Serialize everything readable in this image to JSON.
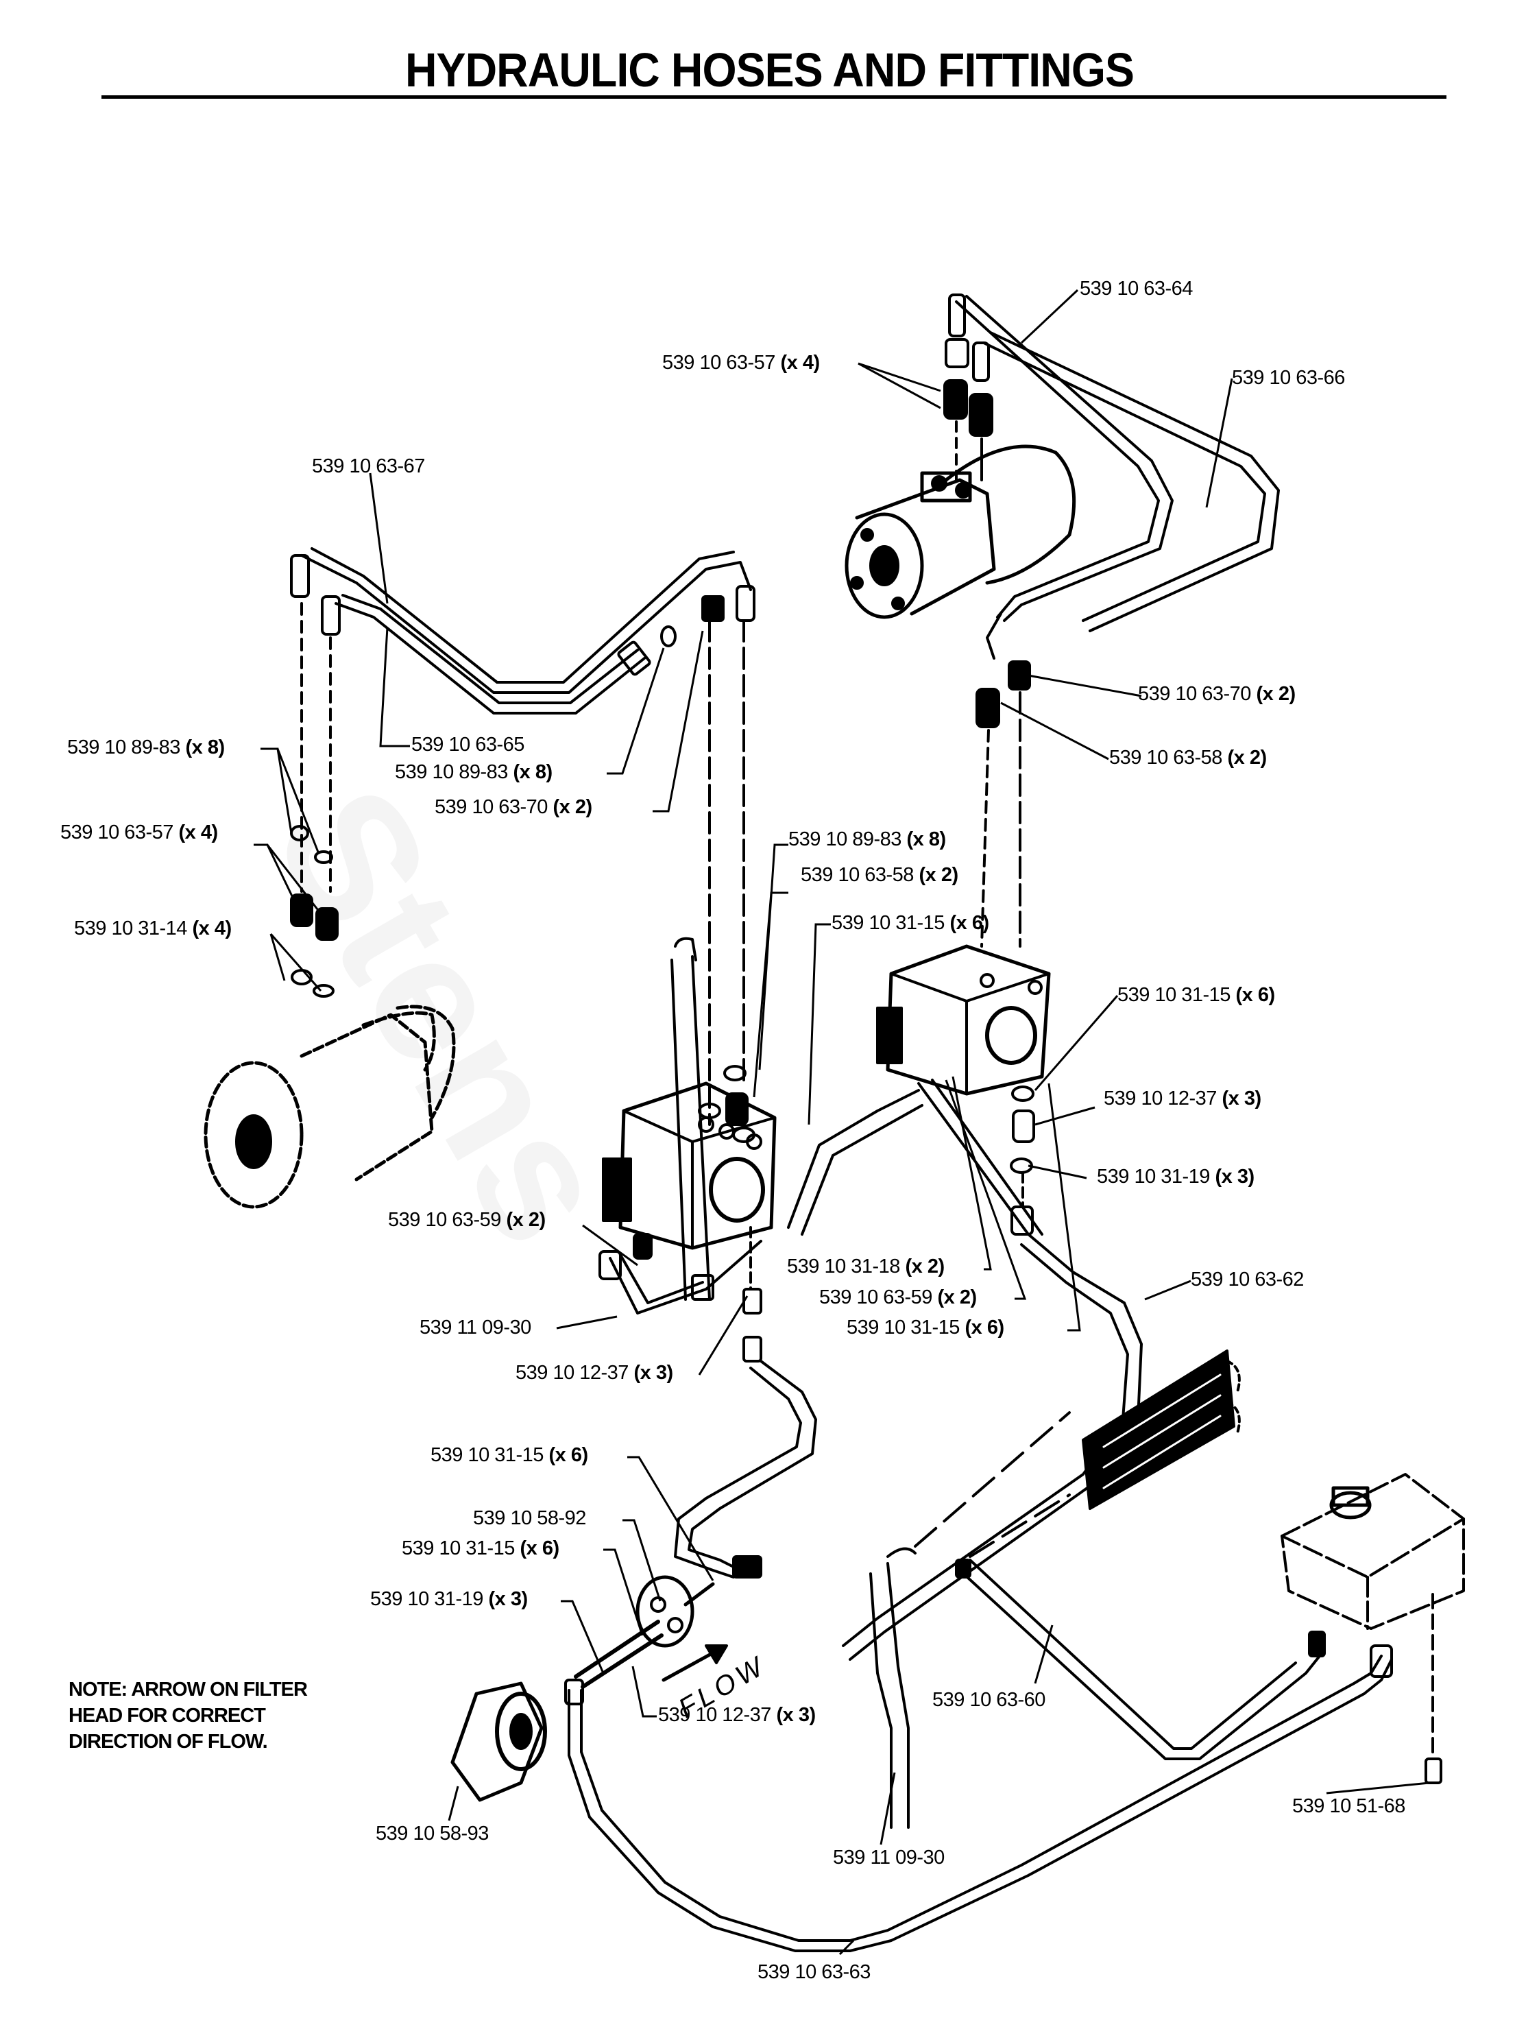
{
  "page": {
    "title": "HYDRAULIC HOSES AND FITTINGS",
    "watermark": "Stens",
    "note_lines": [
      "NOTE: ARROW ON FILTER",
      "HEAD FOR CORRECT",
      "DIRECTION OF FLOW."
    ],
    "flow_text": "FLOW"
  },
  "components": [
    {
      "id": "left-wheel-motor",
      "name": "Left wheel motor"
    },
    {
      "id": "right-wheel-motor",
      "name": "Right wheel motor"
    },
    {
      "id": "left-pump",
      "name": "Left hydrostatic pump"
    },
    {
      "id": "right-pump",
      "name": "Right hydrostatic pump"
    },
    {
      "id": "oil-cooler",
      "name": "Oil cooler"
    },
    {
      "id": "reservoir",
      "name": "Hydraulic reservoir"
    },
    {
      "id": "filter",
      "name": "Oil filter"
    },
    {
      "id": "filter-head",
      "name": "Filter head"
    }
  ],
  "labels": [
    {
      "part": "539 10 63-64",
      "qty": ""
    },
    {
      "part": "539 10 63-57",
      "qty": "(x 4)"
    },
    {
      "part": "539 10 63-66",
      "qty": ""
    },
    {
      "part": "539 10 63-67",
      "qty": ""
    },
    {
      "part": "539 10 63-70",
      "qty": "(x 2)"
    },
    {
      "part": "539 10 63-58",
      "qty": "(x 2)"
    },
    {
      "part": "539 10 89-83",
      "qty": "(x 8)"
    },
    {
      "part": "539 10 63-65",
      "qty": ""
    },
    {
      "part": "539 10 89-83",
      "qty": "(x 8)"
    },
    {
      "part": "539 10 63-70",
      "qty": "(x 2)"
    },
    {
      "part": "539 10 63-57",
      "qty": "(x 4)"
    },
    {
      "part": "539 10 89-83",
      "qty": "(x 8)"
    },
    {
      "part": "539 10 63-58",
      "qty": "(x 2)"
    },
    {
      "part": "539 10 31-14",
      "qty": "(x 4)"
    },
    {
      "part": "539 10 31-15",
      "qty": "(x 6)"
    },
    {
      "part": "539 10 31-15",
      "qty": "(x 6)"
    },
    {
      "part": "539 10 12-37",
      "qty": "(x 3)"
    },
    {
      "part": "539 10 31-19",
      "qty": "(x 3)"
    },
    {
      "part": "539 10 63-59",
      "qty": "(x 2)"
    },
    {
      "part": "539 10 31-18",
      "qty": "(x 2)"
    },
    {
      "part": "539 10 63-59",
      "qty": "(x 2)"
    },
    {
      "part": "539 10 63-62",
      "qty": ""
    },
    {
      "part": "539 11 09-30",
      "qty": ""
    },
    {
      "part": "539 10 31-15",
      "qty": "(x 6)"
    },
    {
      "part": "539 10 12-37",
      "qty": "(x 3)"
    },
    {
      "part": "539 10 31-15",
      "qty": "(x 6)"
    },
    {
      "part": "539 10 58-92",
      "qty": ""
    },
    {
      "part": "539 10 31-15",
      "qty": "(x 6)"
    },
    {
      "part": "539 10 31-19",
      "qty": "(x 3)"
    },
    {
      "part": "539 10 12-37",
      "qty": "(x 3)"
    },
    {
      "part": "539 10 63-60",
      "qty": ""
    },
    {
      "part": "539 11 09-30",
      "qty": ""
    },
    {
      "part": "539 10 51-68",
      "qty": ""
    },
    {
      "part": "539 10 58-93",
      "qty": ""
    },
    {
      "part": "539 10 63-63",
      "qty": ""
    }
  ]
}
